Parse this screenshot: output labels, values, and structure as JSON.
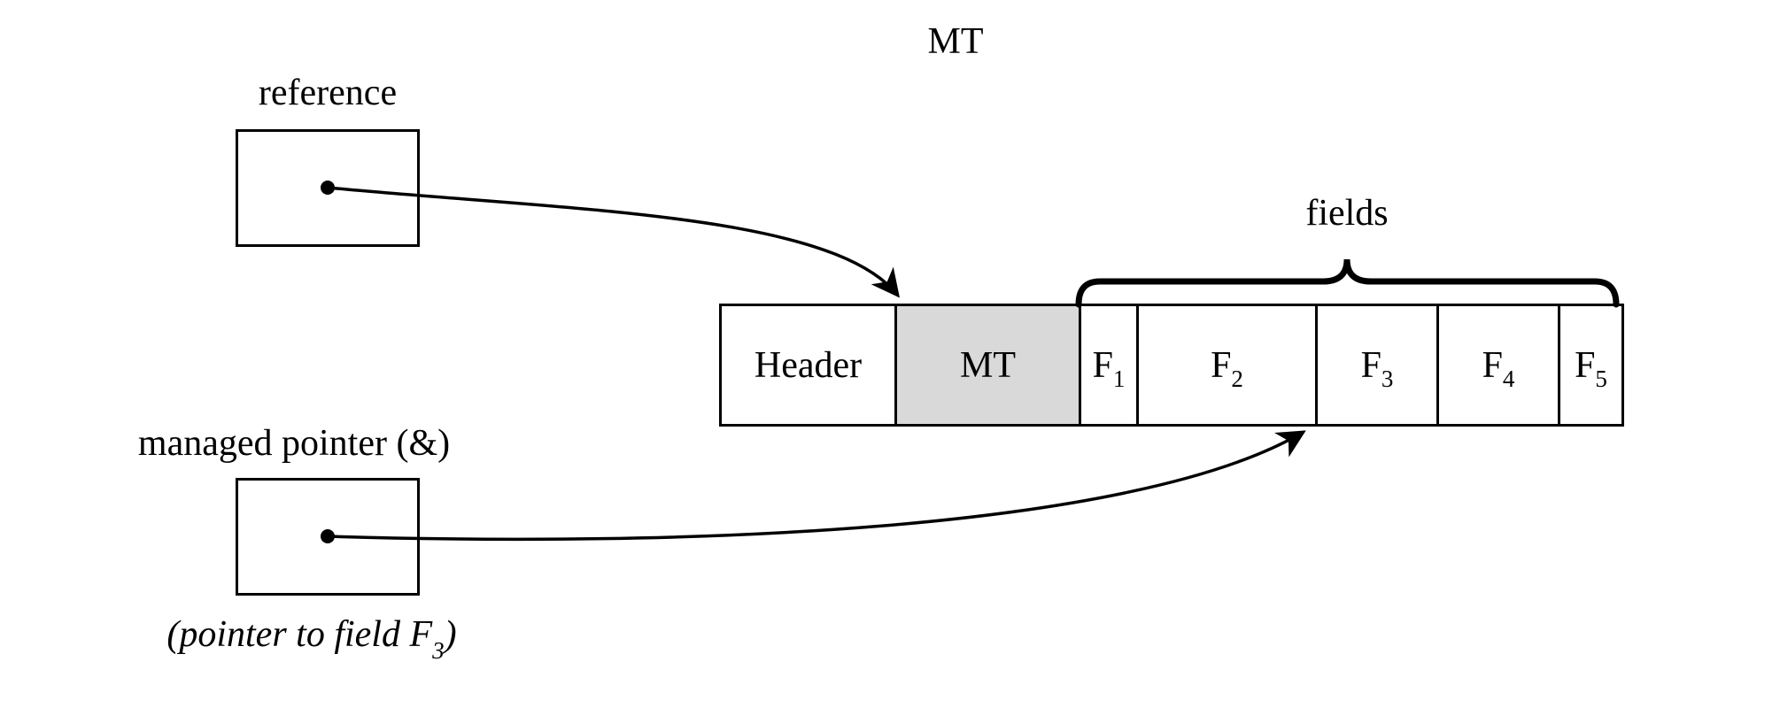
{
  "title": "MT",
  "reference": {
    "label": "reference"
  },
  "managed_pointer": {
    "label": "managed pointer (&)",
    "caption": {
      "pre": "(pointer to field F",
      "sub": "3",
      "post": ")"
    }
  },
  "fields_label": "fields",
  "memory": {
    "cells": [
      {
        "label": "Header",
        "sub": ""
      },
      {
        "label": "MT",
        "sub": ""
      },
      {
        "label": "F",
        "sub": "1"
      },
      {
        "label": "F",
        "sub": "2"
      },
      {
        "label": "F",
        "sub": "3"
      },
      {
        "label": "F",
        "sub": "4"
      },
      {
        "label": "F",
        "sub": "5"
      }
    ],
    "highlight_color": "#d9d9d9"
  },
  "colors": {
    "line": "#000000",
    "background": "#ffffff"
  }
}
